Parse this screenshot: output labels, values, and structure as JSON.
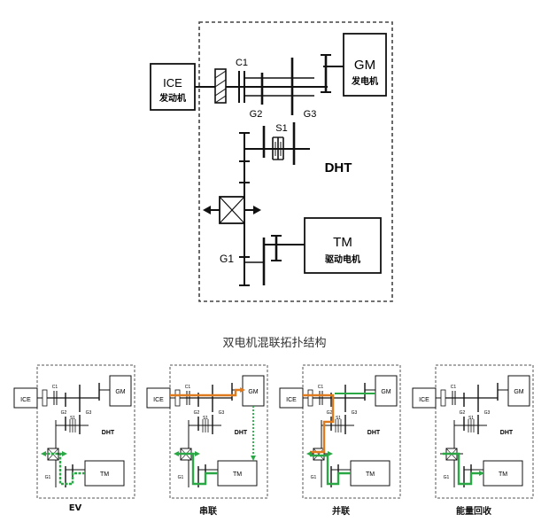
{
  "main": {
    "ice_title": "ICE",
    "ice_sub": "发动机",
    "gm_title": "GM",
    "gm_sub": "发电机",
    "tm_title": "TM",
    "tm_sub": "驱动电机",
    "dht_label": "DHT",
    "c1": "C1",
    "g1": "G1",
    "g2": "G2",
    "g3": "G3",
    "s1": "S1"
  },
  "caption": "双电机混联拓扑结构",
  "modes": [
    {
      "label": "EV",
      "color_orange": "#e07a1e",
      "color_green": "#2aa845"
    },
    {
      "label": "串联"
    },
    {
      "label": "并联"
    },
    {
      "label": "能量回收"
    }
  ],
  "colors": {
    "line": "#111111",
    "border": "#555555",
    "orange": "#e07a1e",
    "green": "#2aa845"
  }
}
